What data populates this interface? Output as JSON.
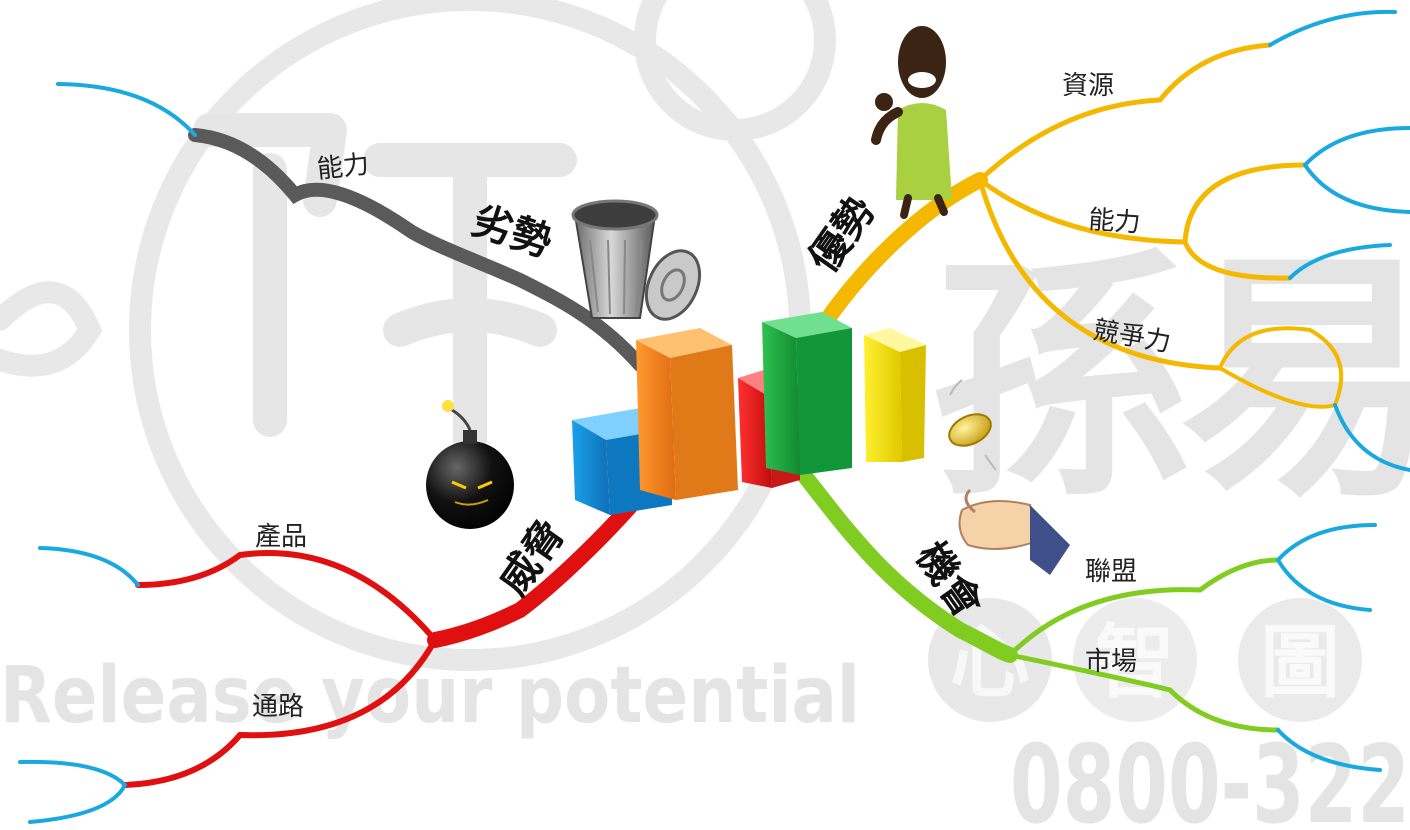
{
  "watermark": {
    "slogan": "Release your potential",
    "phone": "0800-322",
    "brand_chars": [
      "心",
      "智",
      "圖"
    ],
    "big_chars": [
      "孫",
      "易"
    ]
  },
  "center": {
    "icon": "bar-chart-icon",
    "bar_colors": [
      "#1ea0e6",
      "#f08020",
      "#e02020",
      "#20b040",
      "#f0e010"
    ]
  },
  "branches": {
    "strength": {
      "label": "優勢",
      "color": "#f5b800",
      "icon": "thumbs-up-man-icon",
      "items": [
        {
          "label": "資源"
        },
        {
          "label": "能力"
        },
        {
          "label": "競爭力"
        }
      ]
    },
    "weakness": {
      "label": "劣勢",
      "color": "#555555",
      "icon": "trash-can-icon",
      "items": [
        {
          "label": "能力"
        }
      ]
    },
    "opportunity": {
      "label": "機會",
      "color": "#80cc20",
      "icon": "coin-flip-hand-icon",
      "items": [
        {
          "label": "聯盟"
        },
        {
          "label": "市場"
        }
      ]
    },
    "threat": {
      "label": "威脅",
      "color": "#e01010",
      "icon": "bomb-icon",
      "items": [
        {
          "label": "產品"
        },
        {
          "label": "通路"
        }
      ]
    }
  },
  "leaf_color": "#1aa8e0"
}
